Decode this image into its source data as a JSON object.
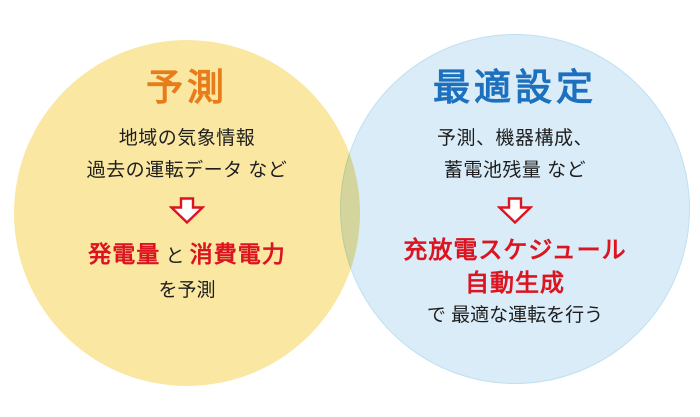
{
  "left_circle": {
    "title": "予測",
    "input_line1": "地域の気象情報",
    "input_line2": "過去の運転データ など",
    "result_red1": "発電量",
    "result_mid": " と ",
    "result_red2": "消費電力",
    "result_suffix": "を予測"
  },
  "right_circle": {
    "title": "最適設定",
    "input_line1": "予測、機器構成、",
    "input_line2": "蓄電池残量 など",
    "result_line1": "充放電スケジュール",
    "result_line2": "自動生成",
    "result_suffix": "で 最適な運転を行う"
  },
  "icons": {
    "left_arrow": "down-arrow",
    "right_arrow": "down-arrow"
  },
  "colors": {
    "left_circle_fill": "#f9e7a2",
    "right_circle_fill": "#d9ecf8",
    "right_circle_border": "#bfe0f2",
    "title_orange": "#e87c1b",
    "title_blue": "#1c70be",
    "accent_red": "#dc1420",
    "text_black": "#1e1e1e"
  }
}
